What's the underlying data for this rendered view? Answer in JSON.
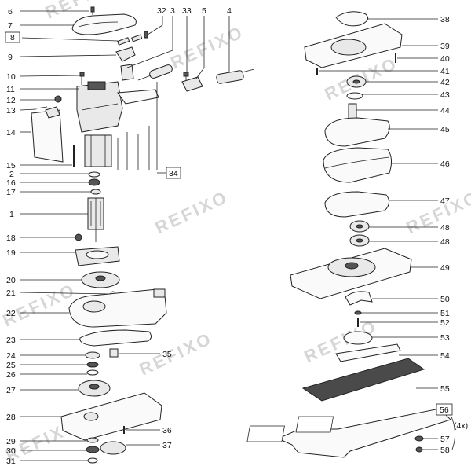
{
  "watermark": "REFIXO",
  "left_labels": [
    {
      "text": "6"
    },
    {
      "text": "7"
    },
    {
      "text": "8",
      "boxed": true
    },
    {
      "text": "9"
    },
    {
      "text": "10"
    },
    {
      "text": "11"
    },
    {
      "text": "12"
    },
    {
      "text": "13"
    },
    {
      "text": "14"
    },
    {
      "text": "15"
    },
    {
      "text": "2"
    },
    {
      "text": "16"
    },
    {
      "text": "17"
    },
    {
      "text": "1"
    },
    {
      "text": "18"
    },
    {
      "text": "19"
    },
    {
      "text": "20"
    },
    {
      "text": "21"
    },
    {
      "text": "22"
    },
    {
      "text": "23"
    },
    {
      "text": "24"
    },
    {
      "text": "25"
    },
    {
      "text": "26"
    },
    {
      "text": "27"
    },
    {
      "text": "28"
    },
    {
      "text": "29"
    },
    {
      "text": "30"
    },
    {
      "text": "31"
    }
  ],
  "top_labels": [
    {
      "text": "32"
    },
    {
      "text": "3"
    },
    {
      "text": "33"
    },
    {
      "text": "5"
    },
    {
      "text": "4"
    }
  ],
  "middle_labels": [
    {
      "text": "34",
      "boxed": true
    },
    {
      "text": "35"
    },
    {
      "text": "36"
    },
    {
      "text": "37"
    }
  ],
  "right_labels": [
    {
      "text": "38"
    },
    {
      "text": "39"
    },
    {
      "text": "40"
    },
    {
      "text": "41"
    },
    {
      "text": "42"
    },
    {
      "text": "43"
    },
    {
      "text": "44"
    },
    {
      "text": "45"
    },
    {
      "text": "46"
    },
    {
      "text": "47"
    },
    {
      "text": "48"
    },
    {
      "text": "48"
    },
    {
      "text": "49"
    },
    {
      "text": "50"
    },
    {
      "text": "51"
    },
    {
      "text": "52"
    },
    {
      "text": "53"
    },
    {
      "text": "54"
    },
    {
      "text": "55"
    },
    {
      "text": "56",
      "boxed": true
    },
    {
      "text": "57"
    },
    {
      "text": "58"
    }
  ],
  "quantity_note": "(4x)"
}
